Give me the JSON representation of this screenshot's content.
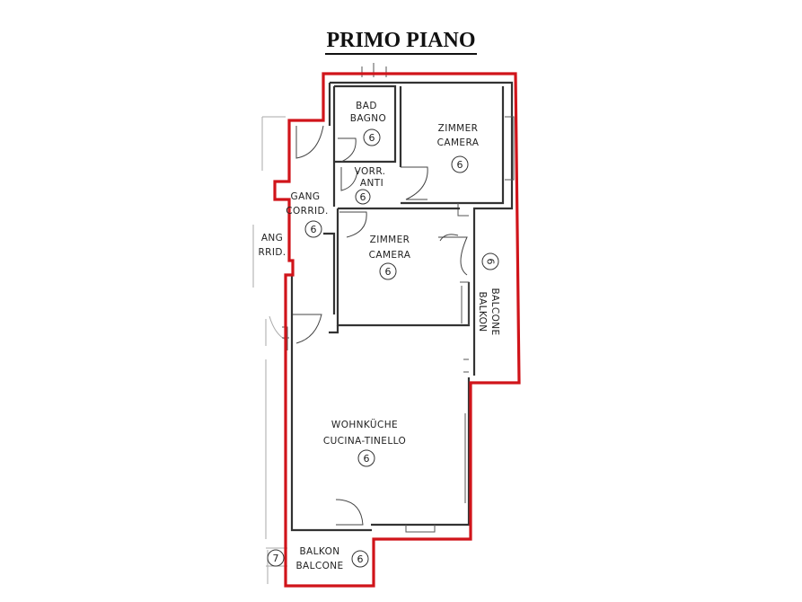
{
  "title": "PRIMO PIANO",
  "rooms": {
    "bagno": {
      "line1": "BAD",
      "line2": "BAGNO",
      "number": "6"
    },
    "camera_top": {
      "line1": "ZIMMER",
      "line2": "CAMERA",
      "number": "6"
    },
    "anti": {
      "line1": "VORR.",
      "line2": "ANTI",
      "number": "6"
    },
    "corridor": {
      "line1": "GANG",
      "line2": "CORRID.",
      "number": "6"
    },
    "corridor_neighbor": {
      "line1": "ANG",
      "line2": "RRID."
    },
    "camera_mid": {
      "line1": "ZIMMER",
      "line2": "CAMERA",
      "number": "6"
    },
    "balcony_side": {
      "line1": "BALKON",
      "line2": "BALCONE",
      "number": "6"
    },
    "kitchen": {
      "line1": "WOHNKÜCHE",
      "line2": "CUCINA-TINELLO",
      "number": "6"
    },
    "balcony_bottom": {
      "line1": "BALKON",
      "line2": "BALCONE",
      "number": "6"
    },
    "neighbor_number": "7"
  },
  "colors": {
    "outline": "#d0141a",
    "walls": "#333333"
  }
}
